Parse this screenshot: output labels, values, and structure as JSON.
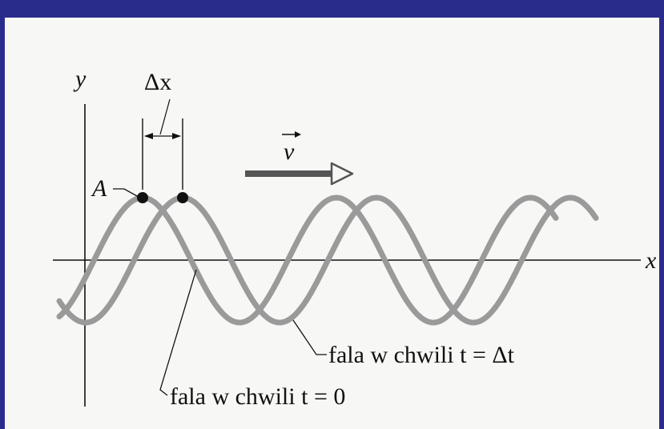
{
  "diagram": {
    "axes": {
      "x_label": "x",
      "y_label": "y"
    },
    "displacement_label": "Δx",
    "velocity_label": "v",
    "point_label": "A",
    "captions": {
      "wave_t_dt": "fala w chwili t = Δt",
      "wave_t_0": "fala w chwili t = 0"
    },
    "colors": {
      "background_border": "#2a2c8c",
      "canvas": "#f7f7f5",
      "wave": "#9a9a9a",
      "ink": "#111111"
    }
  }
}
